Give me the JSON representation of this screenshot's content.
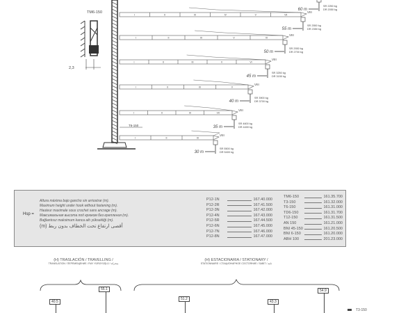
{
  "diagram": {
    "tie_label": "TM6-150",
    "offset_label": "2,3",
    "anchor_label": "T6-150",
    "jibs": [
      {
        "length": "60 m",
        "tip": "VIII",
        "sr": "SR 2250 kg",
        "dr": "DR 2050 kg",
        "sections": [
          "I",
          "II",
          "III",
          "IV",
          "V",
          "VI",
          "VII"
        ]
      },
      {
        "length": "55 m",
        "tip": "VIII",
        "sr": "SR 2550 kg",
        "dr": "DR 2350 kg",
        "sections": [
          "I",
          "II",
          "III",
          "IV",
          "V",
          "VII"
        ]
      },
      {
        "length": "50 m",
        "tip": "VIII",
        "sr": "SR 2930 kg",
        "dr": "DR 2700 kg",
        "sections": [
          "I",
          "II",
          "III",
          "V",
          "VI"
        ]
      },
      {
        "length": "45 m",
        "tip": "VIII",
        "sr": "SR 3250 kg",
        "dr": "DR 3150 kg",
        "sections": [
          "I",
          "II",
          "III",
          "V",
          "VI"
        ]
      },
      {
        "length": "40 m",
        "tip": "VIII",
        "sr": "SR 3900 kg",
        "dr": "DR 3700 kg",
        "sections": [
          "I",
          "II",
          "III",
          "V"
        ]
      },
      {
        "length": "35 m",
        "tip": "VIII",
        "sr": "SR 4600 kg",
        "dr": "DR 4400 kg",
        "sections": [
          "I",
          "II",
          "III",
          "VII"
        ]
      },
      {
        "length": "30 m",
        "tip": "VIII",
        "sr": "SR 5500 kg",
        "dr": "DR 5400 kg",
        "sections": [
          "I",
          "II",
          "III"
        ]
      }
    ]
  },
  "table": {
    "symbol": "Hsp =",
    "descriptions": [
      "Altura máxima bajo gancho sin arriostrar (m).",
      "Maximum height under hook without fastening (m).",
      "Hauteur maximale sous crochet sans ancrage (m).",
      "Максимальная высота под крюком без крепления (m).",
      "Bağlantısız maksimum kanca altı yüksekliği (m).",
      "(m) أقصى ارتفاع تحت الخطاف بدون ربط"
    ],
    "col1": [
      {
        "name": "P12-1N",
        "value": "167.40.000"
      },
      {
        "name": "P12-2R",
        "value": "167.41.500"
      },
      {
        "name": "P12-3N",
        "value": "167.42.000"
      },
      {
        "name": "P12-4N",
        "value": "167.43.000"
      },
      {
        "name": "P12-5R",
        "value": "167.44.500"
      },
      {
        "name": "P12-6N",
        "value": "167.45.000"
      },
      {
        "name": "P12-7N",
        "value": "167.46.000"
      },
      {
        "name": "P12-8N",
        "value": "167.47.000"
      }
    ],
    "col2": [
      {
        "name": "TM6-150",
        "value": "161.35.700"
      },
      {
        "name": "T3-150",
        "value": "161.32.000"
      },
      {
        "name": "T6-150",
        "value": "161.31.000"
      },
      {
        "name": "TD6-150",
        "value": "161.31.700"
      },
      {
        "name": "T12-150",
        "value": "161.31.500"
      },
      {
        "name": "AN 150",
        "value": "161.21.000"
      },
      {
        "name": "BNI 45-150",
        "value": "161.20.500"
      },
      {
        "name": "BNI 6-150",
        "value": "161.20.000"
      },
      {
        "name": "ABH 100",
        "value": "201.23.000"
      }
    ]
  },
  "bottom": {
    "travelling_title": "(H) TRASLACIÓN / TRAVELLING /",
    "travelling_sub": "TRANSLATION / ПЕРЕМЕЩЕНИЕ / RAY YÜRÜYÜŞLÜ / متحركة",
    "stationary_title": "(H) ESTACIONARIA / STATIONARY /",
    "stationary_sub": "STATIONNAIRE / СТАЦИОНАРНОЕ СОСТОЯНИЕ / SABİT / ثابتة",
    "values": [
      "40.5",
      "55.1",
      "51.2",
      "43.3",
      "54.9"
    ],
    "legend": "T3-150"
  }
}
